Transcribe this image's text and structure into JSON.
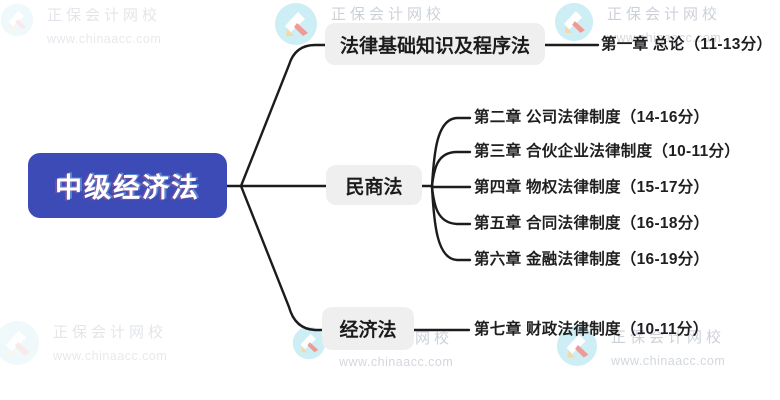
{
  "diagram": {
    "root": "中级经济法",
    "branches": [
      {
        "label": "法律基础知识及程序法",
        "chapters": [
          "第一章 总论（11-13分）"
        ]
      },
      {
        "label": "民商法",
        "chapters": [
          "第二章 公司法律制度（14-16分）",
          "第三章 合伙企业法律制度（10-11分）",
          "第四章 物权法律制度（15-17分）",
          "第五章 合同法律制度（16-18分）",
          "第六章 金融法律制度（16-19分）"
        ]
      },
      {
        "label": "经济法",
        "chapters": [
          "第七章 财政法律制度（10-11分）"
        ]
      }
    ]
  },
  "watermark": {
    "brand": "正保会计网校",
    "url": "www.chinaacc.com"
  },
  "colors": {
    "root_bg": "#3c4bb5",
    "branch_bg": "#efefef",
    "line": "#1c1c1c",
    "watermark_text": "#ccd1d9",
    "logo_circle": "#cdeef5"
  }
}
